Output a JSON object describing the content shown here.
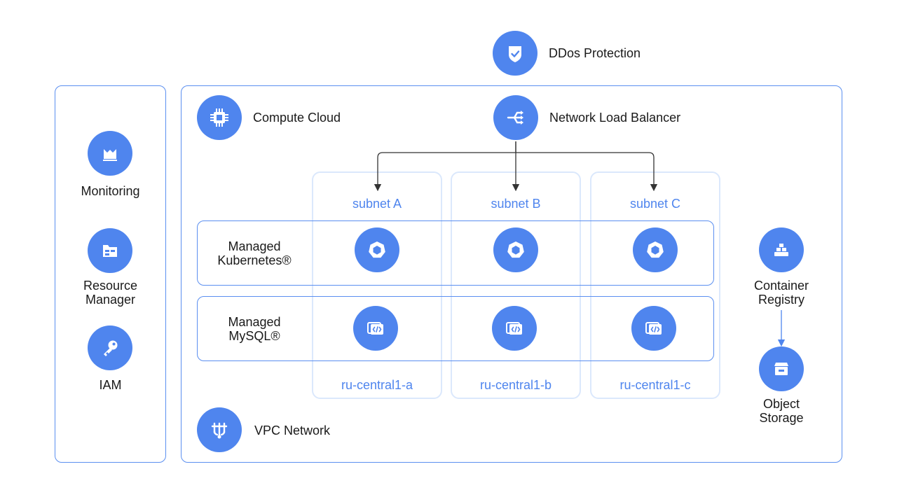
{
  "top": {
    "ddos": {
      "label": "DDos Protection",
      "icon": "shield-check-icon"
    }
  },
  "sidebar": {
    "items": [
      {
        "label": "Monitoring",
        "icon": "monitoring-chart-icon"
      },
      {
        "label": "Resource Manager",
        "icon": "resource-folder-icon"
      },
      {
        "label": "IAM",
        "icon": "key-icon"
      }
    ]
  },
  "cloud": {
    "compute": {
      "label": "Compute Cloud",
      "icon": "cpu-chip-icon"
    },
    "balancer": {
      "label": "Network Load Balancer",
      "icon": "load-balancer-icon"
    },
    "vpc": {
      "label": "VPC Network",
      "icon": "network-icon"
    },
    "subnets": [
      {
        "label": "subnet A",
        "zone": "ru-central1-a"
      },
      {
        "label": "subnet B",
        "zone": "ru-central1-b"
      },
      {
        "label": "subnet C",
        "zone": "ru-central1-c"
      }
    ],
    "rows": [
      {
        "label_line1": "Managed",
        "label_line2": "Kubernetes®",
        "icon": "kubernetes-icon"
      },
      {
        "label_line1": "Managed",
        "label_line2": "MySQL®",
        "icon": "database-code-icon"
      }
    ]
  },
  "right": {
    "registry": {
      "label_line1": "Container",
      "label_line2": "Registry",
      "icon": "container-boxes-icon"
    },
    "storage": {
      "label_line1": "Object",
      "label_line2": "Storage",
      "icon": "storage-drawers-icon"
    }
  },
  "colors": {
    "accent": "#4f85ee",
    "border": "#5b8ff0",
    "zone_border": "#dbe8fc"
  }
}
